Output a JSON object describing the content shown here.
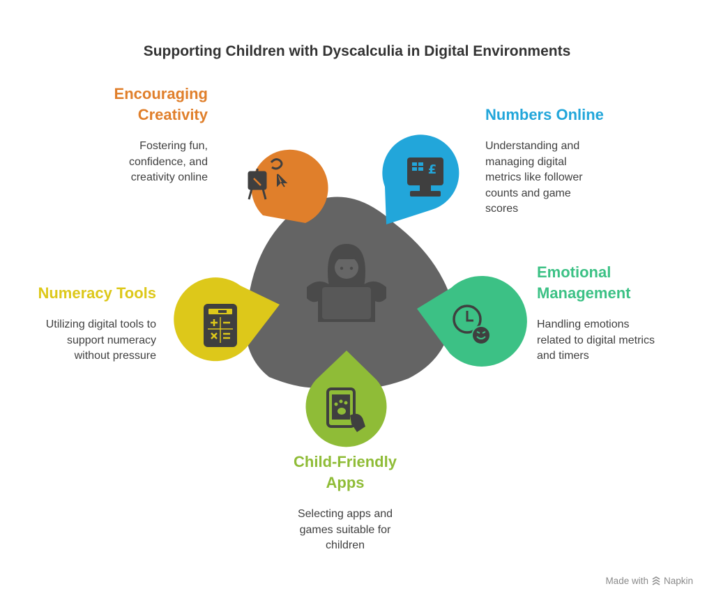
{
  "title": "Supporting Children with Dyscalculia in Digital Environments",
  "center": {
    "icon": "child-with-tablet-icon",
    "color": "#646464"
  },
  "nodes": [
    {
      "id": "encouraging-creativity",
      "label_lines": [
        "Encouraging",
        "Creativity"
      ],
      "description_lines": [
        "Fostering fun,",
        "confidence, and",
        "creativity online"
      ],
      "color": "#e07f2b",
      "icon": "easel-cursor-icon"
    },
    {
      "id": "numbers-online",
      "label_lines": [
        "Numbers Online"
      ],
      "description_lines": [
        "Understanding and",
        "managing digital",
        "metrics like follower",
        "counts and game",
        "scores"
      ],
      "color": "#22a6da",
      "icon": "computer-monitor-icon"
    },
    {
      "id": "emotional-management",
      "label_lines": [
        "Emotional",
        "Management"
      ],
      "description_lines": [
        "Handling emotions",
        "related to digital metrics",
        "and timers"
      ],
      "color": "#3cc185",
      "icon": "clock-emotion-icon"
    },
    {
      "id": "child-friendly-apps",
      "label_lines": [
        "Child-Friendly",
        "Apps"
      ],
      "description_lines": [
        "Selecting apps and",
        "games suitable for",
        "children"
      ],
      "color": "#8fbc37",
      "icon": "phone-paw-icon"
    },
    {
      "id": "numeracy-tools",
      "label_lines": [
        "Numeracy Tools"
      ],
      "description_lines": [
        "Utilizing digital tools to",
        "support numeracy",
        "without pressure"
      ],
      "color": "#ddc81a",
      "icon": "calculator-icon"
    }
  ],
  "footer": {
    "made_with": "Made with",
    "brand": "Napkin"
  }
}
